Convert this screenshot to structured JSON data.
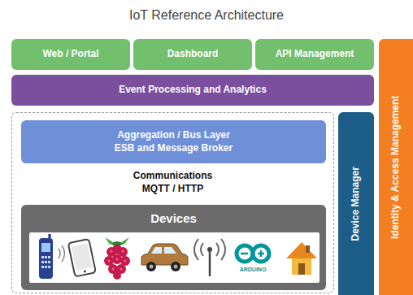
{
  "diagram": {
    "title": "IoT Reference Architecture",
    "nodes": [
      {
        "text": [
          "Web / Portal"
        ]
      },
      {
        "text": [
          "Dashboard"
        ]
      },
      {
        "text": [
          "API Management"
        ]
      },
      {
        "text": [
          "Event Processing and Analytics"
        ]
      },
      {
        "text": [
          "Communications",
          "MQTT / HTTP"
        ]
      },
      {
        "text": [
          "Aggregation / Bus Layer",
          "ESB and Message Broker"
        ],
        "in": 4
      },
      {
        "text": [
          "Devices"
        ],
        "in": 4
      },
      {
        "text": [
          "Device Manager"
        ]
      },
      {
        "text": [
          "Identity & Access Management"
        ]
      }
    ],
    "labels": [
      "ARDUINO"
    ]
  }
}
